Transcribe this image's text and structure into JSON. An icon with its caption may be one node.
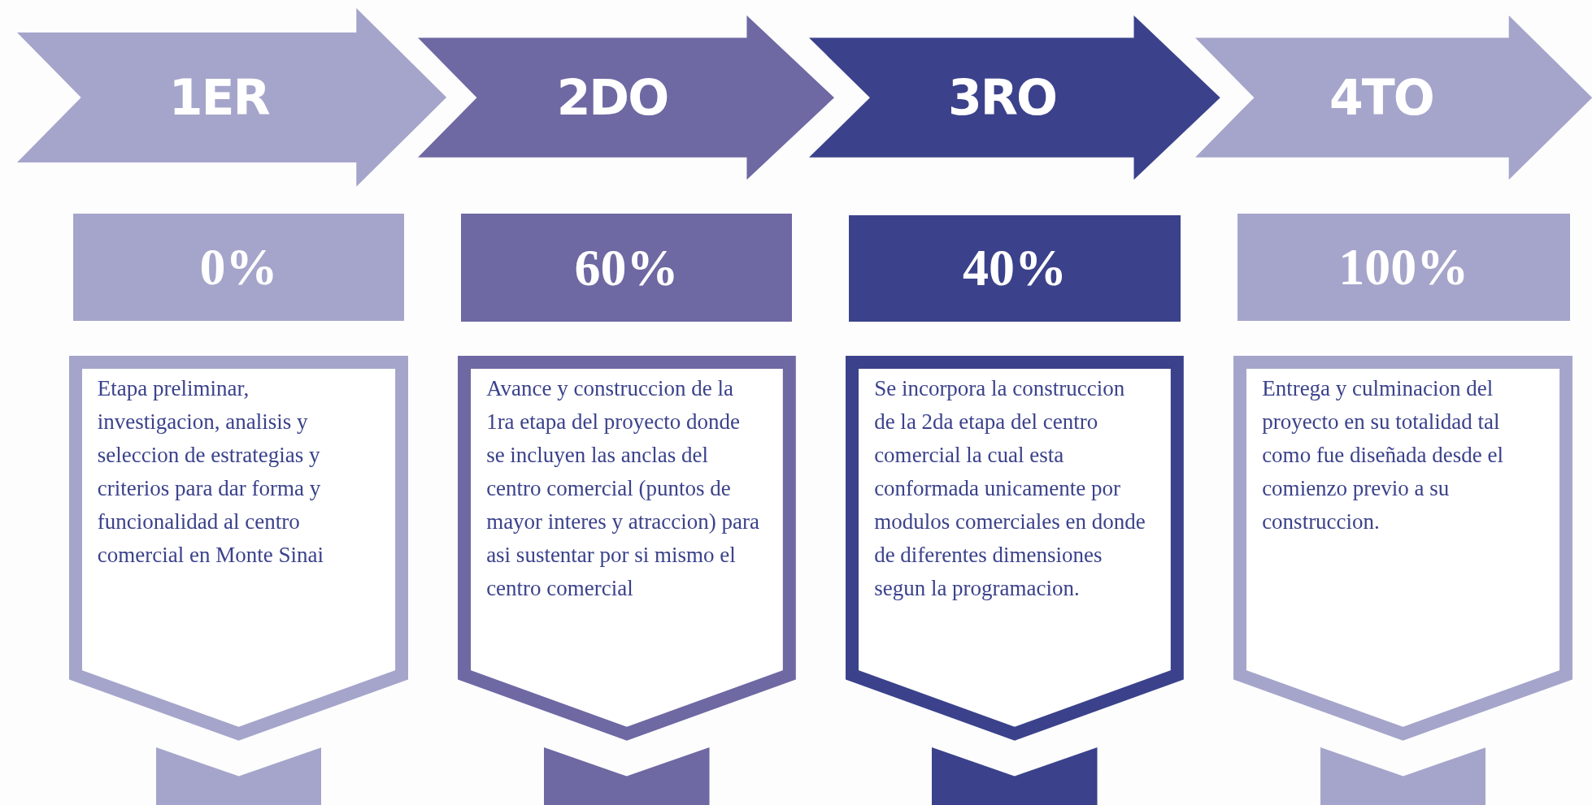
{
  "diagram": {
    "nodes": [
      {
        "text": [
          "1ER"
        ]
      },
      {
        "text": [
          "2DO"
        ]
      },
      {
        "text": [
          "3RO"
        ]
      },
      {
        "text": [
          "4TO"
        ]
      },
      {
        "text": [
          "0%"
        ]
      },
      {
        "text": [
          "60%"
        ]
      },
      {
        "text": [
          "40%"
        ]
      },
      {
        "text": [
          "100%"
        ]
      },
      {
        "text": [
          "Etapa preliminar, investigacion, analisis y seleccion de estrategias y criterios para dar forma y funcionalidad al centro comercial en Monte Sinai"
        ]
      },
      {
        "text": [
          "Avance y construccion de la 1ra etapa del proyecto donde se incluyen las anclas del centro comercial (puntos de mayor interes y atraccion) para asi sustentar por si mismo el centro comercial"
        ]
      },
      {
        "text": [
          "Se incorpora la construccion de la 2da etapa del centro comercial la cual esta conformada unicamente por modulos comerciales en donde de diferentes dimensiones segun la programacion."
        ]
      },
      {
        "text": [
          "Entrega y culminacion del proyecto en su totalidad tal como fue diseñada desde el comienzo previo a su construccion."
        ]
      }
    ]
  }
}
